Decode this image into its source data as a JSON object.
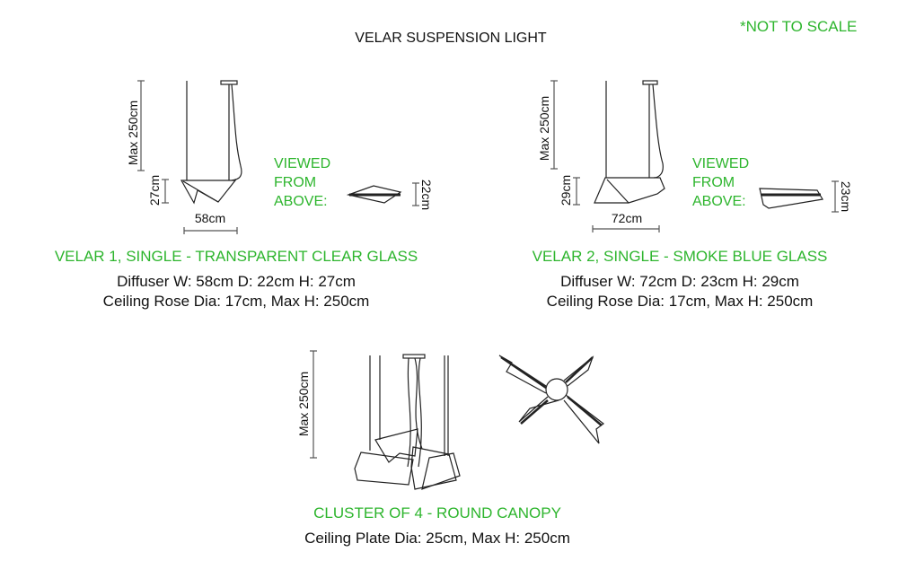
{
  "title": "VELAR SUSPENSION LIGHT",
  "note": "*NOT TO SCALE",
  "colors": {
    "accent": "#2db52d",
    "line": "#222222"
  },
  "products": [
    {
      "heading": "VELAR 1, SINGLE - TRANSPARENT CLEAR GLASS",
      "line1": "Diffuser W: 58cm D: 22cm H: 27cm",
      "line2": "Ceiling Rose Dia: 17cm, Max H: 250cm",
      "max_label": "Max 250cm",
      "height_label": "27cm",
      "width_label": "58cm",
      "depth_label": "22cm",
      "viewed": [
        "VIEWED",
        "FROM",
        "ABOVE:"
      ]
    },
    {
      "heading": "VELAR 2, SINGLE - SMOKE BLUE GLASS",
      "line1": "Diffuser W: 72cm D: 23cm H: 29cm",
      "line2": "Ceiling Rose Dia: 17cm, Max H: 250cm",
      "max_label": "Max 250cm",
      "height_label": "29cm",
      "width_label": "72cm",
      "depth_label": "23cm",
      "viewed": [
        "VIEWED",
        "FROM",
        "ABOVE:"
      ]
    },
    {
      "heading": "CLUSTER OF 4 - ROUND CANOPY",
      "line1": "Ceiling Plate Dia: 25cm, Max H: 250cm",
      "max_label": "Max 250cm"
    }
  ]
}
